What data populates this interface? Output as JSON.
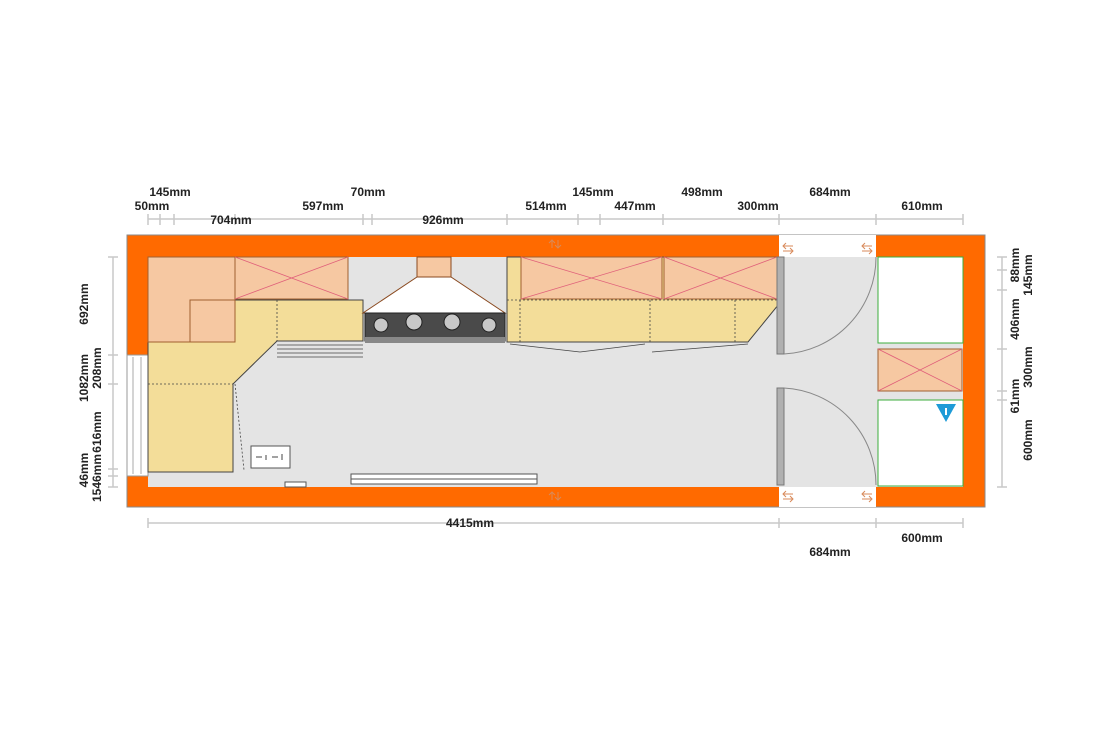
{
  "dimensions": {
    "top_outer": [
      "145mm",
      "70mm",
      "145mm",
      "498mm",
      "684mm",
      "610mm"
    ],
    "top_inner": [
      "50mm",
      "704mm",
      "597mm",
      "926mm",
      "514mm",
      "447mm",
      "300mm"
    ],
    "bottom": [
      "4415mm",
      "684mm",
      "600mm"
    ],
    "left": [
      "692mm",
      "1082mm",
      "208mm",
      "616mm",
      "46mm",
      "1546mm"
    ],
    "right": [
      "88mm",
      "145mm",
      "406mm",
      "300mm",
      "61mm",
      "600mm"
    ]
  },
  "colors": {
    "wall": "#ff6a00",
    "floor": "#e4e4e4",
    "bench": "#f3dd99",
    "upper_cabinet": "#f6c8a2",
    "upper_cross": "#e0607a",
    "fridge_outline": "#3cae3c",
    "icon_blue": "#1e9bd7"
  },
  "icons": [
    "wall-arrow-icon",
    "water-drop-icon",
    "power-outlet-icon",
    "window-icon"
  ]
}
